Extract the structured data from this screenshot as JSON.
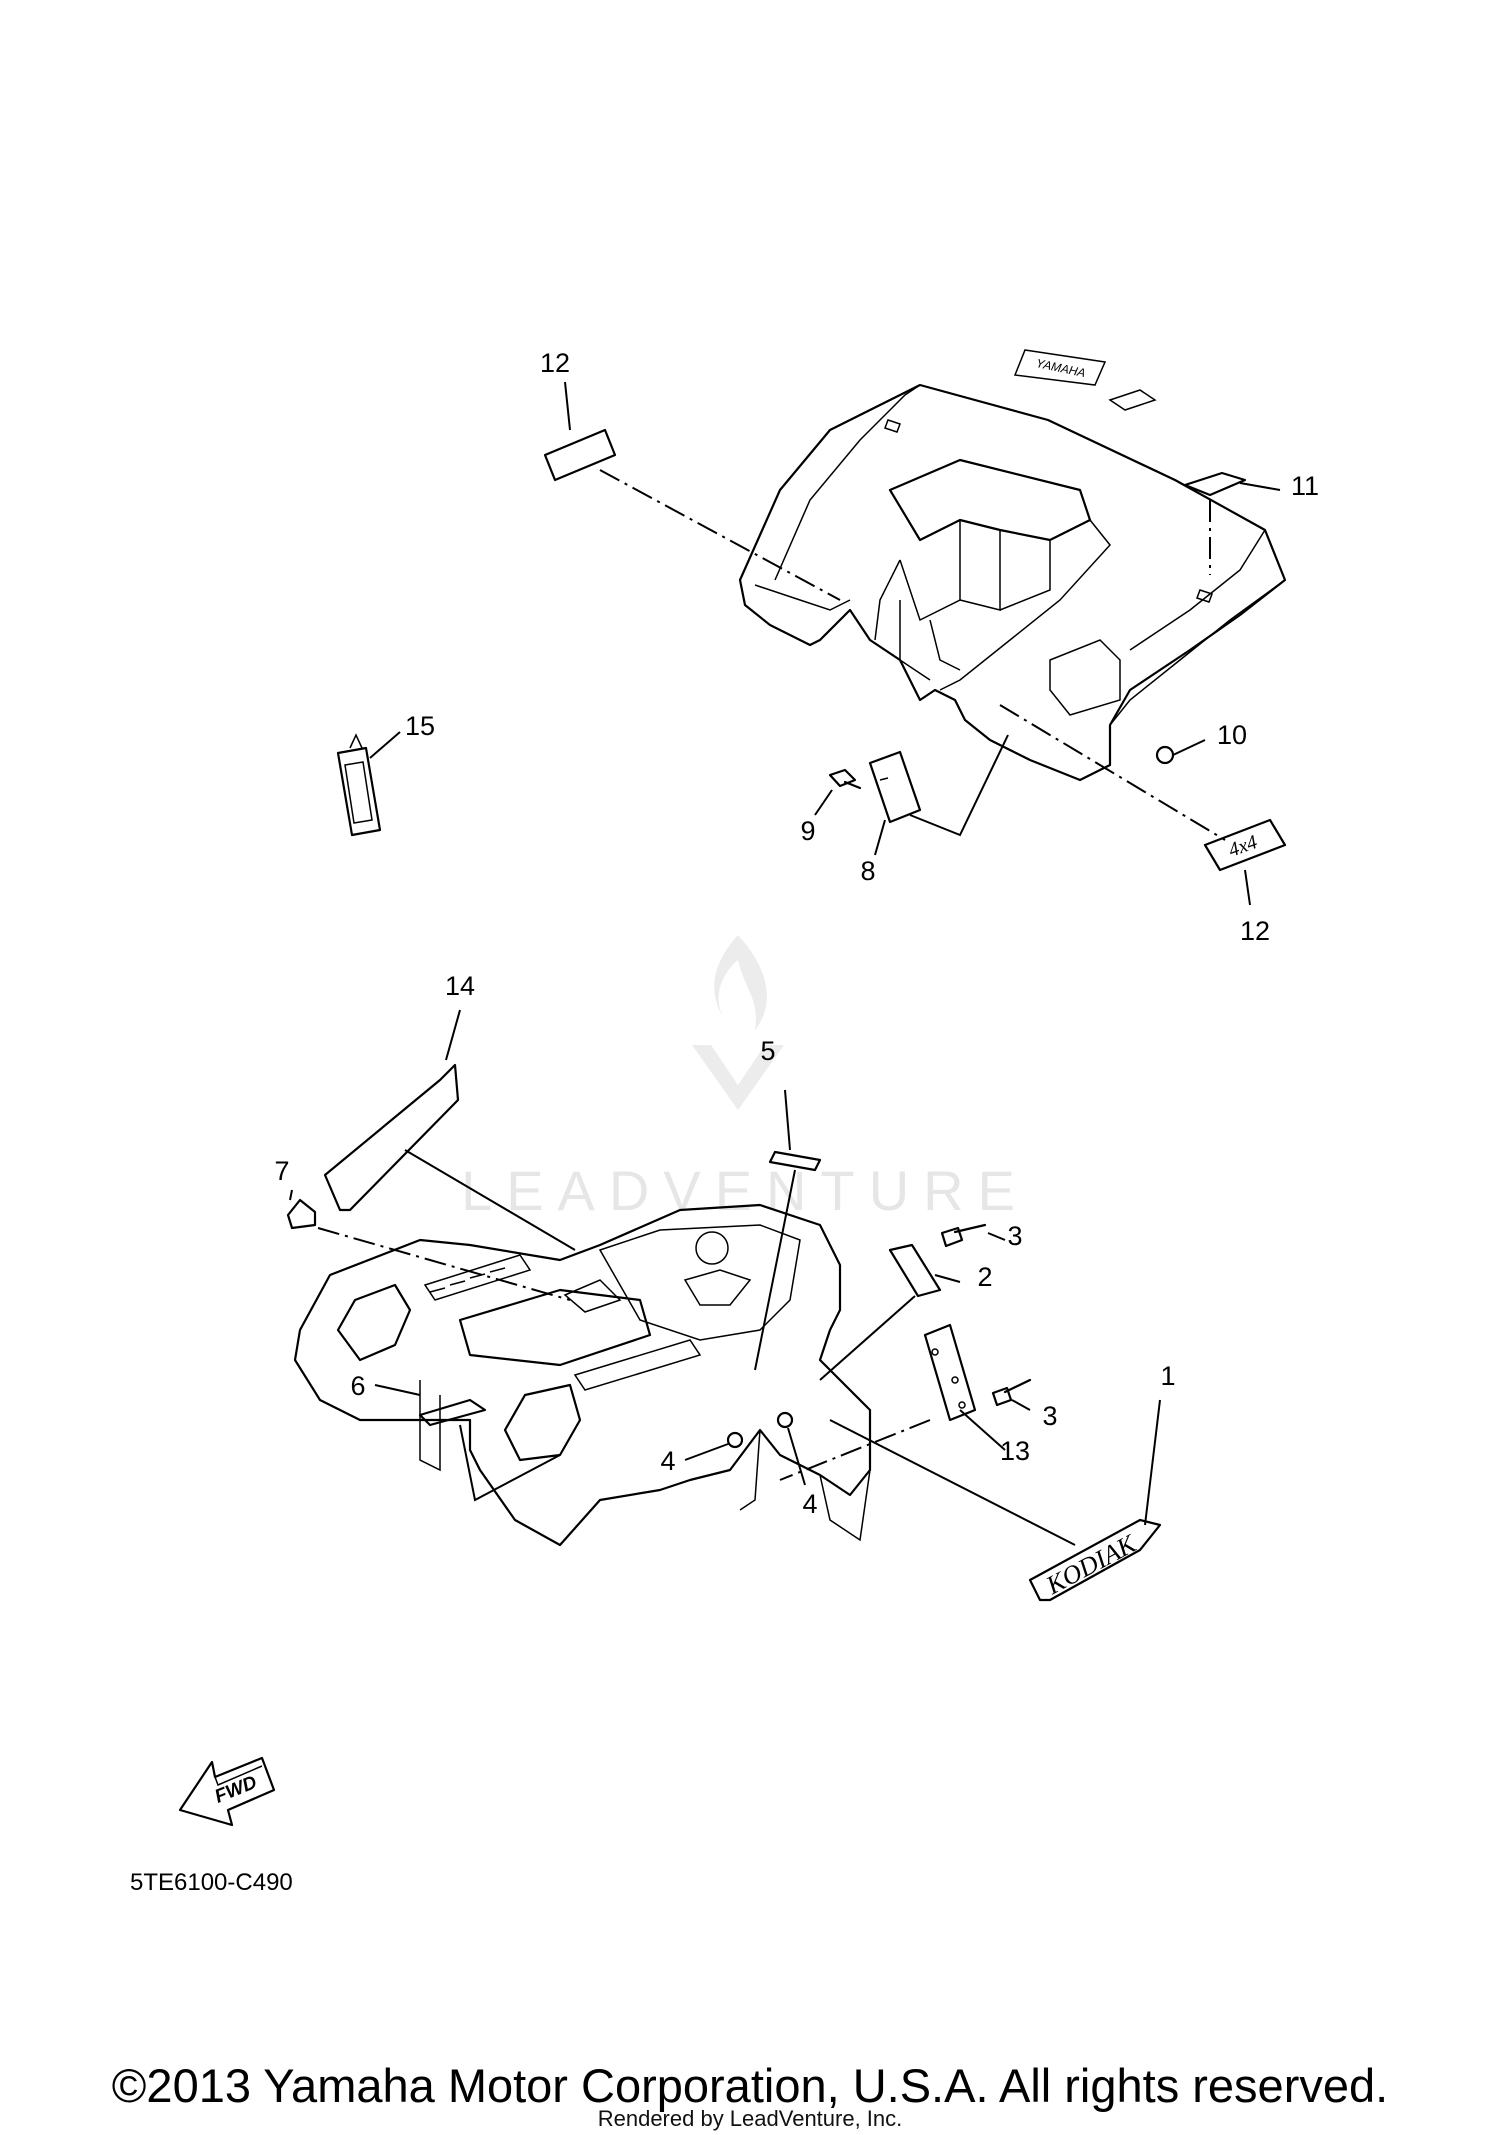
{
  "diagram_code": "5TE6100-C490",
  "fwd_label": "FWD",
  "copyright": "©2013 Yamaha Motor Corporation, U.S.A. All rights reserved.",
  "rendered_by": "Rendered by LeadVenture, Inc.",
  "watermark": "LEADVENTURE",
  "rear_fender": {
    "callouts": [
      {
        "id": "c12a",
        "label": "12"
      },
      {
        "id": "c11",
        "label": "11"
      },
      {
        "id": "c15",
        "label": "15"
      },
      {
        "id": "c10",
        "label": "10"
      },
      {
        "id": "c9",
        "label": "9"
      },
      {
        "id": "c8",
        "label": "8"
      },
      {
        "id": "c12b",
        "label": "12"
      }
    ],
    "decal_4x4": "4x4",
    "yamaha_mark": "YAMAHA"
  },
  "front_fender": {
    "callouts": [
      {
        "id": "c14",
        "label": "14"
      },
      {
        "id": "c5",
        "label": "5"
      },
      {
        "id": "c7",
        "label": "7"
      },
      {
        "id": "c3a",
        "label": "3"
      },
      {
        "id": "c2",
        "label": "2"
      },
      {
        "id": "c3b",
        "label": "3"
      },
      {
        "id": "c13",
        "label": "13"
      },
      {
        "id": "c1",
        "label": "1"
      },
      {
        "id": "c6",
        "label": "6"
      },
      {
        "id": "c4a",
        "label": "4"
      },
      {
        "id": "c4b",
        "label": "4"
      }
    ],
    "kodiak_decal": "KODIAK"
  }
}
